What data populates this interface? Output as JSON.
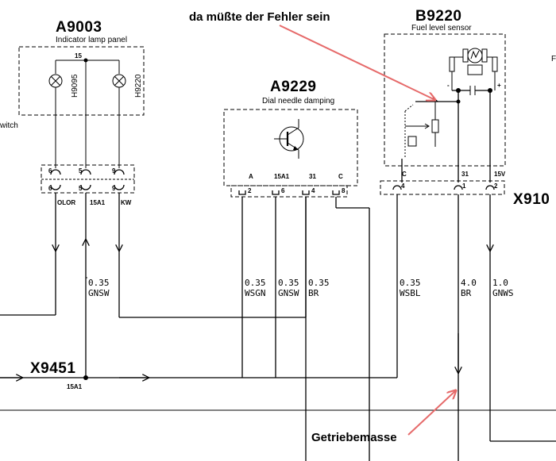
{
  "modules": {
    "a9003": {
      "code": "A9003",
      "desc": "Indicator lamp panel",
      "net": "15",
      "lamp1": "H9095",
      "lamp2": "H9220"
    },
    "a9229": {
      "code": "A9229",
      "desc": "Dial needle damping"
    },
    "b9220": {
      "code": "B9220",
      "desc": "Fuel level sensor"
    }
  },
  "edge_text": {
    "switch": "witch",
    "right_f": "F"
  },
  "connector_left": {
    "top_pins": [
      "6",
      "5",
      "9"
    ],
    "bottom_pins": [
      "6",
      "5",
      "9"
    ],
    "signals": [
      "OLOR",
      "15A1",
      "KW"
    ]
  },
  "connector_mid": {
    "pins": [
      "2",
      "6",
      "4",
      "8"
    ],
    "signals": [
      "A",
      "15A1",
      "31",
      "C"
    ]
  },
  "connector_right": {
    "code": "X910",
    "pins": [
      "4",
      "1",
      "2"
    ],
    "signals": [
      "C",
      "31",
      "15V"
    ]
  },
  "wires": [
    {
      "gauge": "0.35",
      "color": "GNSW"
    },
    {
      "gauge": "0.35",
      "color": "WSGN"
    },
    {
      "gauge": "0.35",
      "color": "GNSW"
    },
    {
      "gauge": "0.35",
      "color": "BR"
    },
    {
      "gauge": "0.35",
      "color": "WSBL"
    },
    {
      "gauge": "4.0",
      "color": "BR"
    },
    {
      "gauge": "1.0",
      "color": "GNWS"
    }
  ],
  "splice": {
    "code": "X9451",
    "net": "15A1"
  },
  "annotations": {
    "fault": "da müßte der Fehler sein",
    "ground": "Getriebemasse",
    "color": "#e66a6a"
  }
}
